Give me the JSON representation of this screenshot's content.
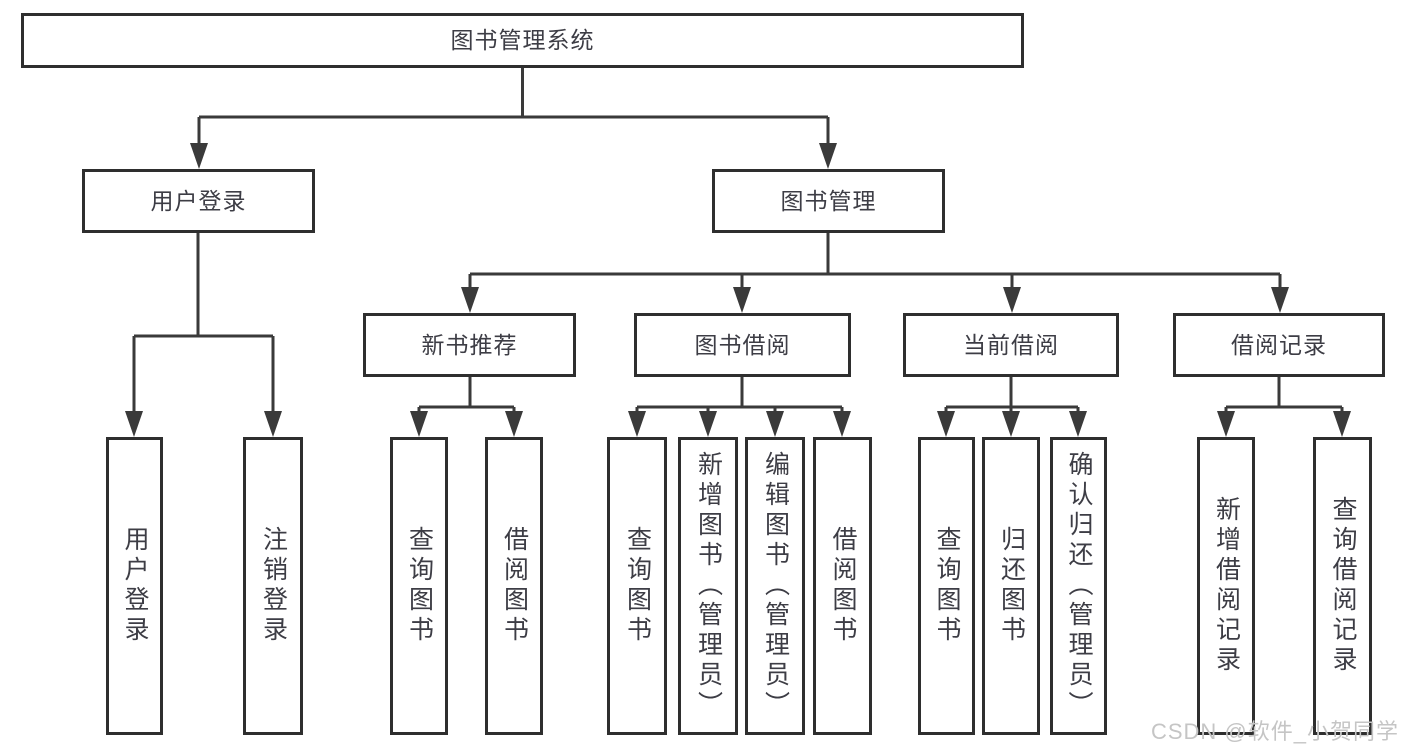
{
  "tree": {
    "label": "图书管理系统",
    "children": [
      {
        "label": "用户登录",
        "children": [
          {
            "label": "用户登录"
          },
          {
            "label": "注销登录"
          }
        ]
      },
      {
        "label": "图书管理",
        "children": [
          {
            "label": "新书推荐",
            "children": [
              {
                "label": "查询图书"
              },
              {
                "label": "借阅图书"
              }
            ]
          },
          {
            "label": "图书借阅",
            "children": [
              {
                "label": "查询图书"
              },
              {
                "label": "新增图书（管理员）"
              },
              {
                "label": "编辑图书（管理员）"
              },
              {
                "label": "借阅图书"
              }
            ]
          },
          {
            "label": "当前借阅",
            "children": [
              {
                "label": "查询图书"
              },
              {
                "label": "归还图书"
              },
              {
                "label": "确认归还（管理员）"
              }
            ]
          },
          {
            "label": "借阅记录",
            "children": [
              {
                "label": "新增借阅记录"
              },
              {
                "label": "查询借阅记录"
              }
            ]
          }
        ]
      }
    ]
  },
  "watermark": {
    "text": "CSDN @软件_小贺同学"
  },
  "colors": {
    "line": "#3a3a3a",
    "border": "#2e2e2e",
    "text": "#3d3d45",
    "watermark": "#c5c5c5",
    "background": "#ffffff"
  }
}
